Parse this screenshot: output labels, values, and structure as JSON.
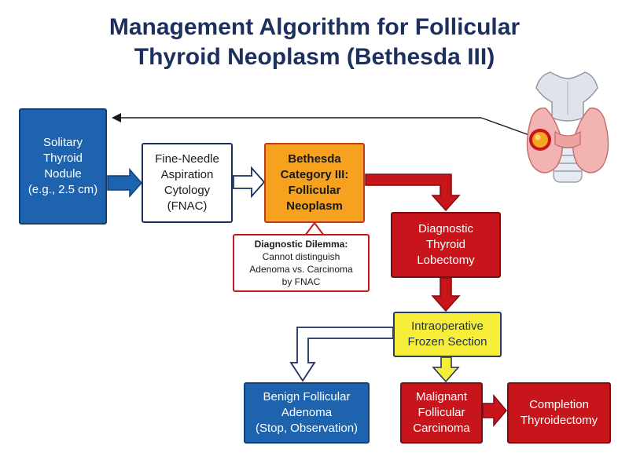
{
  "title": {
    "line1": "Management Algorithm for Follicular",
    "line2": "Thyroid Neoplasm (Bethesda III)"
  },
  "nodes": {
    "solitary_nodule": [
      "Solitary",
      "Thyroid",
      "Nodule",
      "(e.g., 2.5 cm)"
    ],
    "fnac": [
      "Fine-Needle",
      "Aspiration",
      "Cytology",
      "(FNAC)"
    ],
    "bethesda": [
      "Bethesda",
      "Category III:",
      "Follicular",
      "Neoplasm"
    ],
    "lobectomy": [
      "Diagnostic",
      "Thyroid",
      "Lobectomy"
    ],
    "frozen_section": [
      "Intraoperative",
      "Frozen Section"
    ],
    "benign": [
      "Benign Follicular",
      "Adenoma",
      "(Stop, Observation)"
    ],
    "malignant": [
      "Malignant",
      "Follicular",
      "Carcinoma"
    ],
    "completion": [
      "Completion",
      "Thyroidectomy"
    ]
  },
  "callout": {
    "heading": "Diagnostic Dilemma:",
    "lines": [
      "Cannot distinguish",
      "Adenoma vs. Carcinoma",
      "by FNAC"
    ]
  },
  "illustration": {
    "icon": "thyroid-gland-icon",
    "colors": {
      "gland": "#f2b3b3",
      "nodule": "#f5a623",
      "nodule_ring": "#c8151c",
      "cartilage": "#dfe3ea"
    }
  },
  "colors": {
    "title": "#1c2f5e",
    "blue": "#1e63ad",
    "orange": "#f6a21e",
    "red": "#c8151c",
    "yellow": "#f7ee3a",
    "arrow_outline": "#1c2f5e"
  }
}
